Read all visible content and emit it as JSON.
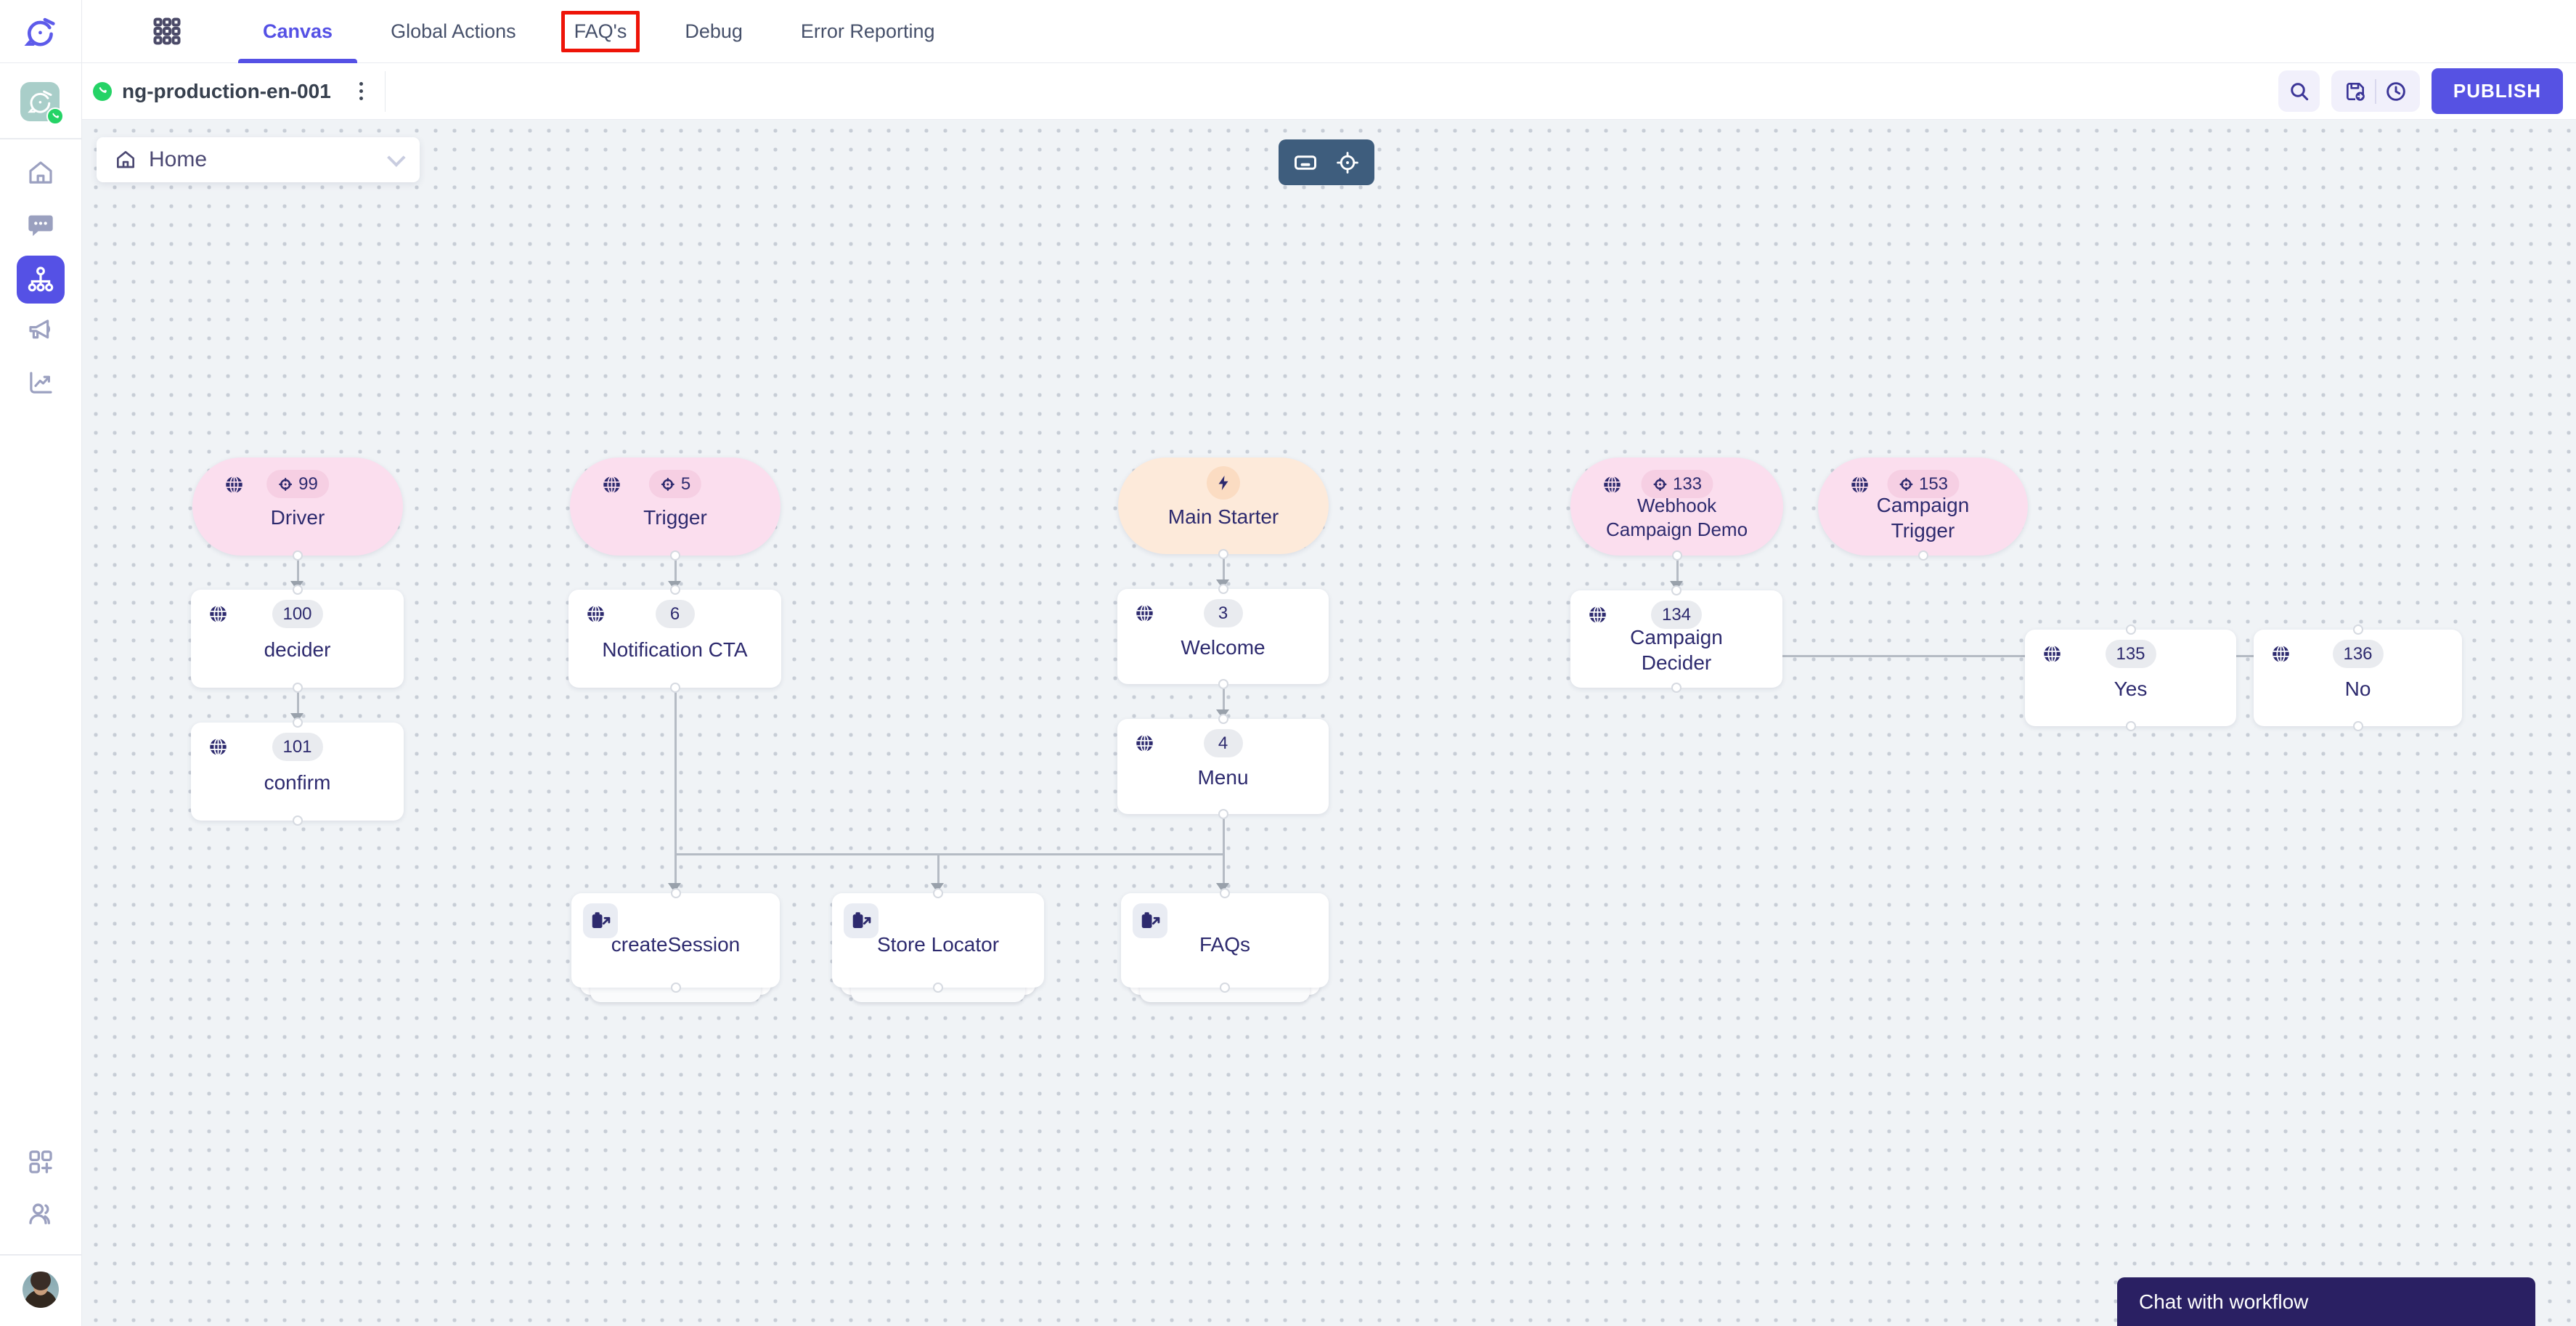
{
  "nav": {
    "tabs": [
      {
        "label": "Canvas",
        "active": true
      },
      {
        "label": "Global Actions",
        "active": false
      },
      {
        "label": "FAQ's",
        "active": false,
        "annotated": true
      },
      {
        "label": "Debug",
        "active": false
      },
      {
        "label": "Error Reporting",
        "active": false
      }
    ]
  },
  "workflow_bar": {
    "name": "ng-production-en-001",
    "channel": "whatsapp",
    "publish_label": "PUBLISH"
  },
  "breadcrumb": {
    "label": "Home"
  },
  "chat_widget": {
    "label": "Chat with workflow"
  },
  "colors": {
    "accent": "#5551e5",
    "publish": "#5652e3",
    "pink_node": "#fbdeee",
    "pink_badge": "#f6cfe3",
    "peach_node": "#fdeada",
    "peach_badge": "#fbdcc2",
    "node_text": "#2d2a6e",
    "toolbar": "#3e5d7d",
    "chat_banner": "#2a2063",
    "annotation_red": "#ee1408",
    "whatsapp_green": "#25d366",
    "canvas_bg": "#f0f3f6",
    "edge_gray": "#b5bbc4"
  },
  "icons": {
    "logo": "gupshup-swirl-icon",
    "grid": "app-grid-icon",
    "search": "search-icon",
    "save": "save-export-icon",
    "history": "history-clock-icon",
    "more": "kebab-menu-icon",
    "keyboard": "keyboard-shortcut-icon",
    "crosshair": "recenter-crosshair-icon",
    "globe": "globe-icon",
    "target": "goal-target-icon",
    "bolt": "lightning-bolt-icon",
    "subflow": "briefcase-external-icon",
    "home": "home-icon",
    "chat": "chat-bubble-icon",
    "flows": "flow-tree-icon",
    "broadcast": "megaphone-icon",
    "analytics": "line-chart-icon",
    "apps": "apps-plus-icon",
    "team": "members-icon",
    "chevron": "chevron-down-icon",
    "whatsapp": "whatsapp-icon"
  },
  "canvas": {
    "nodes": [
      {
        "id": 0,
        "kind": "start-pill",
        "label": "Driver",
        "badge": "99",
        "badge_icon": "target"
      },
      {
        "id": 1,
        "kind": "step-card",
        "label": "decider",
        "badge": "100"
      },
      {
        "id": 2,
        "kind": "step-card",
        "label": "confirm",
        "badge": "101"
      },
      {
        "id": 3,
        "kind": "start-pill",
        "label": "Trigger",
        "badge": "5",
        "badge_icon": "target"
      },
      {
        "id": 4,
        "kind": "step-card",
        "label": "Notification CTA",
        "badge": "6"
      },
      {
        "id": 5,
        "kind": "start-pill",
        "label": "Main Starter",
        "badge": "",
        "badge_icon": "bolt"
      },
      {
        "id": 6,
        "kind": "step-card",
        "label": "Welcome",
        "badge": "3"
      },
      {
        "id": 7,
        "kind": "step-card",
        "label": "Menu",
        "badge": "4"
      },
      {
        "id": 8,
        "kind": "start-pill",
        "label": "Webhook Campaign Demo",
        "badge": "133",
        "badge_icon": "target"
      },
      {
        "id": 9,
        "kind": "step-card",
        "label": "Campaign Decider",
        "badge": "134"
      },
      {
        "id": 10,
        "kind": "start-pill",
        "label": "Campaign Trigger",
        "badge": "153",
        "badge_icon": "target"
      },
      {
        "id": 11,
        "kind": "step-card",
        "label": "Yes",
        "badge": "135"
      },
      {
        "id": 12,
        "kind": "step-card",
        "label": "No",
        "badge": "136"
      },
      {
        "id": 13,
        "kind": "subflow-card",
        "label": "createSession"
      },
      {
        "id": 14,
        "kind": "subflow-card",
        "label": "Store Locator"
      },
      {
        "id": 15,
        "kind": "subflow-card",
        "label": "FAQs"
      }
    ],
    "edges": [
      "Driver->decider",
      "decider->confirm",
      "Trigger->Notification CTA",
      "Main Starter->Welcome",
      "Welcome->Menu",
      "Webhook Campaign Demo->Campaign Decider",
      "Notification CTA->createSession",
      "Menu->createSession",
      "Menu->Store Locator",
      "Menu->FAQs",
      "Campaign Decider->Yes/No"
    ]
  }
}
